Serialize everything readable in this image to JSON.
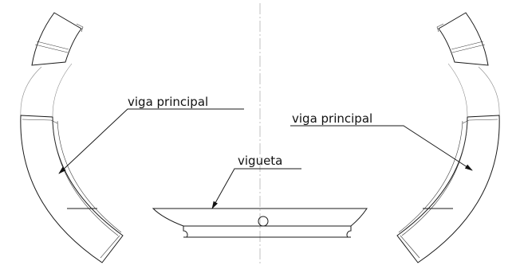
{
  "labels": {
    "left_beam": "viga principal",
    "right_beam": "viga principal",
    "joist": "vigueta"
  }
}
